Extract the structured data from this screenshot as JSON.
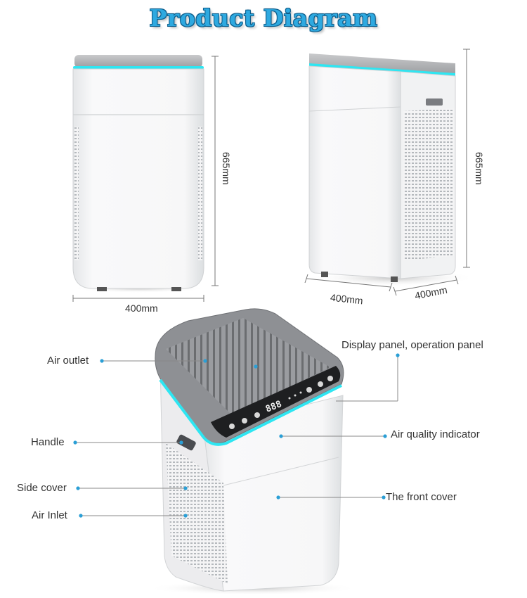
{
  "title": "Product Diagram",
  "dimensions": {
    "front_width": "400mm",
    "front_height": "665mm",
    "side_height": "665mm",
    "side_width_left": "400mm",
    "side_width_right": "400mm"
  },
  "callouts": {
    "air_outlet": "Air outlet",
    "handle": "Handle",
    "side_cover": "Side cover",
    "air_inlet": "Air Inlet",
    "display_panel": "Display panel, operation panel",
    "air_quality_indicator": "Air quality indicator",
    "front_cover": "The front cover"
  },
  "display_readout": "888",
  "colors": {
    "accent_cyan": "#2ee6f2",
    "title_blue": "#2ea9e0",
    "dot_blue": "#2a9fd6",
    "top_grey": "#7a7c80"
  }
}
